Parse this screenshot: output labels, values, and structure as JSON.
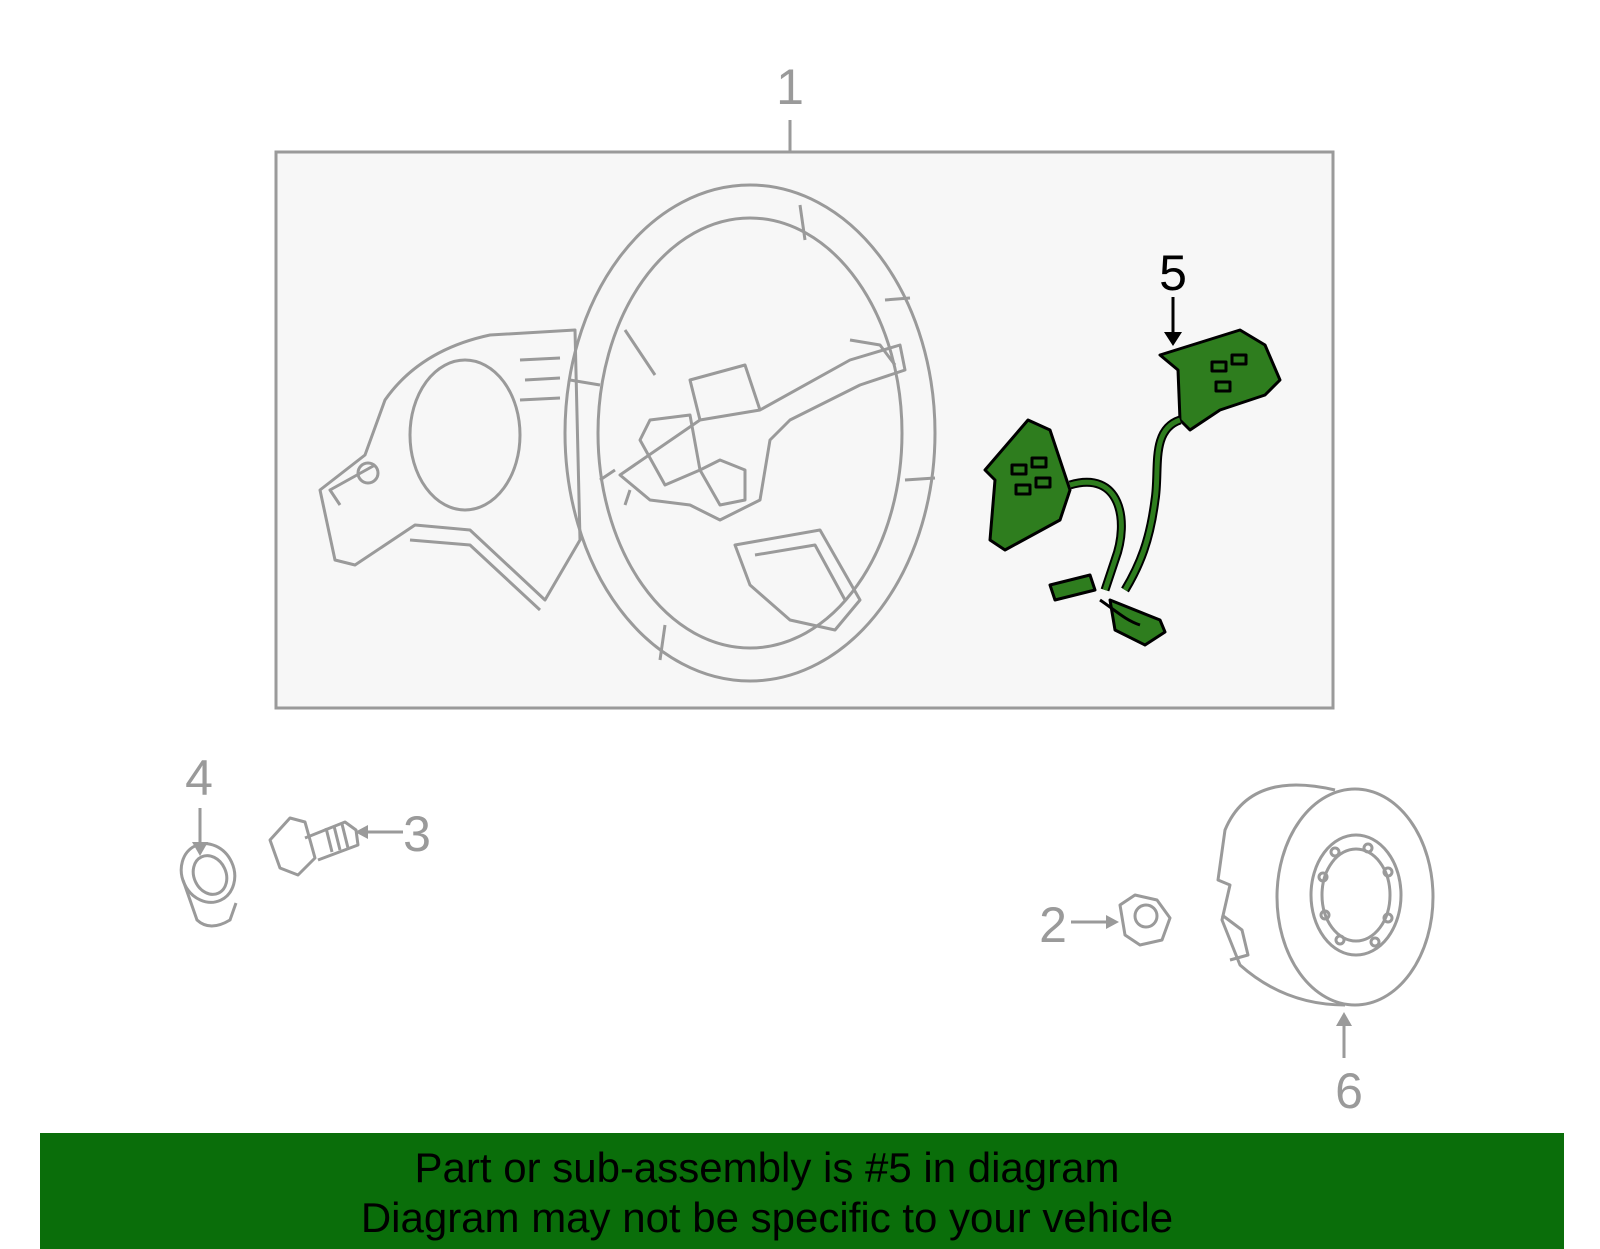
{
  "diagram": {
    "callouts": [
      {
        "id": "1",
        "label": "1"
      },
      {
        "id": "2",
        "label": "2"
      },
      {
        "id": "3",
        "label": "3"
      },
      {
        "id": "4",
        "label": "4"
      },
      {
        "id": "5",
        "label": "5",
        "highlighted": true
      },
      {
        "id": "6",
        "label": "6"
      }
    ],
    "parts": [
      {
        "name": "steering-wheel-assembly",
        "callout": "1"
      },
      {
        "name": "nut",
        "callout": "2"
      },
      {
        "name": "bolt",
        "callout": "3"
      },
      {
        "name": "collar",
        "callout": "4"
      },
      {
        "name": "steering-wheel-switch",
        "callout": "5"
      },
      {
        "name": "air-bag-module",
        "callout": "6"
      }
    ],
    "colors": {
      "highlight": "#2e7d1e",
      "line": "#9a9a9a",
      "box_fill": "#f7f7f7",
      "banner": "#0a6e0a"
    }
  },
  "banner": {
    "line1": "Part or sub-assembly is #5 in diagram",
    "line2": "Diagram may not be specific to your vehicle"
  }
}
